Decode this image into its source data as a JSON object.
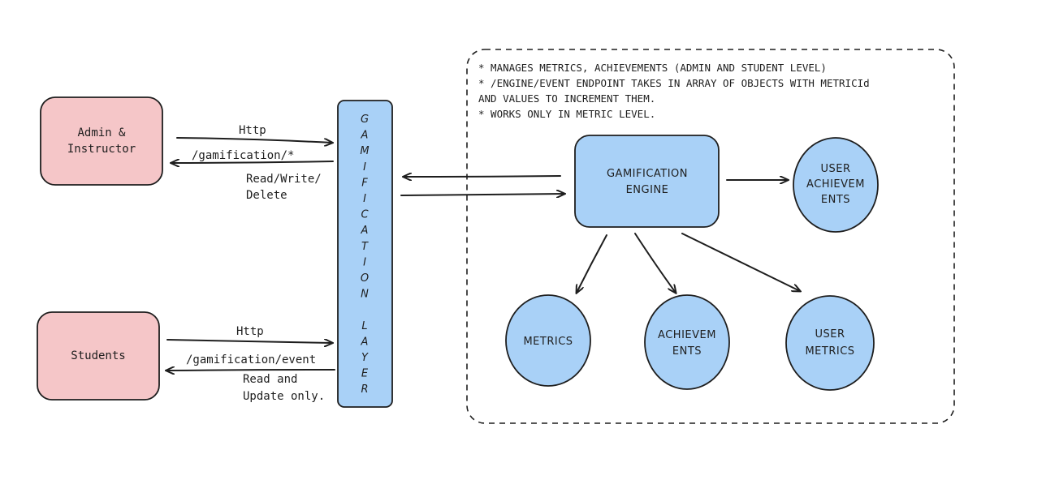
{
  "nodes": {
    "admin": {
      "lines": [
        "Admin &",
        "Instructor"
      ]
    },
    "students": {
      "lines": [
        "Students"
      ]
    },
    "gamification_layer": {
      "letters": [
        "G",
        "A",
        "M",
        "I",
        "F",
        "I",
        "C",
        "A",
        "T",
        "I",
        "O",
        "N",
        "",
        "L",
        "A",
        "Y",
        "E",
        "R"
      ]
    },
    "engine": {
      "lines": [
        "GAMIFICATION",
        "ENGINE"
      ]
    },
    "user_achievements": {
      "lines": [
        "USER",
        "ACHIEVEM",
        "ENTS"
      ]
    },
    "metrics": {
      "lines": [
        "METRICS"
      ]
    },
    "achievements": {
      "lines": [
        "ACHIEVEM",
        "ENTS"
      ]
    },
    "user_metrics": {
      "lines": [
        "USER",
        "METRICS"
      ]
    }
  },
  "edges": {
    "admin_request": {
      "label": "Http"
    },
    "admin_response": {
      "label": "/gamification/*",
      "sublines": [
        "Read/Write/",
        "Delete"
      ]
    },
    "students_request": {
      "label": "Http"
    },
    "students_response": {
      "label": "/gamification/event",
      "sublines": [
        "Read and",
        "Update only."
      ]
    }
  },
  "notes": {
    "engine_scope": [
      "* MANAGES METRICS, ACHIEVEMENTS (ADMIN AND STUDENT LEVEL)",
      "* /ENGINE/EVENT ENDPOINT TAKES IN ARRAY OF OBJECTS WITH METRICId",
      "AND VALUES TO INCREMENT THEM.",
      "* WORKS ONLY IN METRIC LEVEL."
    ]
  },
  "colors": {
    "client_fill": "#f5c6c8",
    "service_fill": "#a9d1f7",
    "stroke": "#1e1e1e",
    "background": "#ffffff"
  }
}
